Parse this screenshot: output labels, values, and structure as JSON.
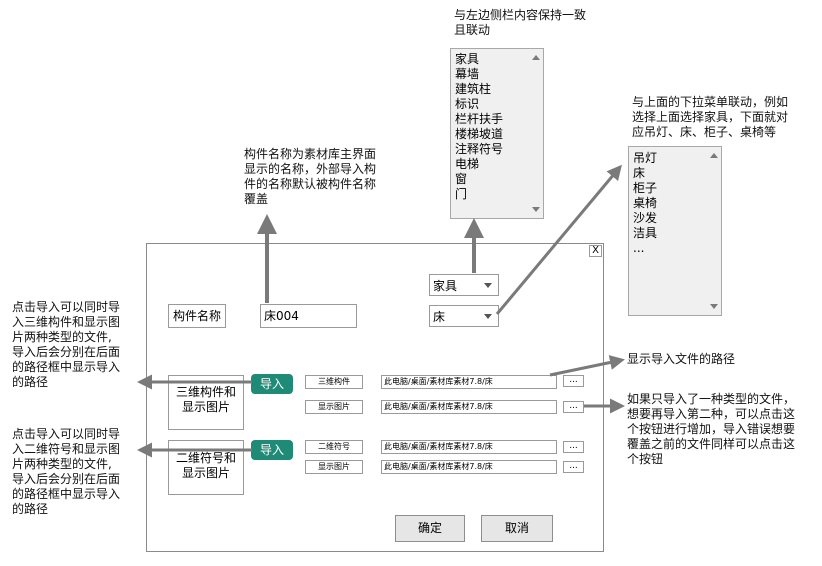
{
  "dialog": {
    "close_label": "X",
    "name_label": "构件名称",
    "name_value": "床004",
    "category_select": "家具",
    "item_select": "床",
    "group1_label": "三维构件和\n显示图片",
    "group2_label": "二维符号和\n显示图片",
    "import_label_1": "导入",
    "import_label_2": "导入",
    "rows": [
      {
        "type": "三维构件",
        "path": "此电脑/桌面/素材库素材7.8/床",
        "browse": "..."
      },
      {
        "type": "显示图片",
        "path": "此电脑/桌面/素材库素材7.8/床",
        "browse": "..."
      },
      {
        "type": "二维符号",
        "path": "此电脑/桌面/素材库素材7.8/床",
        "browse": "..."
      },
      {
        "type": "显示图片",
        "path": "此电脑/桌面/素材库素材7.8/床",
        "browse": "..."
      }
    ],
    "ok_label": "确定",
    "cancel_label": "取消"
  },
  "category_list": {
    "items": [
      "家具",
      "幕墙",
      "建筑柱",
      "标识",
      "栏杆扶手",
      "楼梯坡道",
      "注释符号",
      "电梯",
      "窗",
      "门"
    ]
  },
  "item_list": {
    "items": [
      "吊灯",
      "床",
      "柜子",
      "桌椅",
      "沙发",
      "洁具",
      "..."
    ]
  },
  "notes": {
    "top_center": "与左边侧栏内容保持一致\n且联动",
    "top_right": "与上面的下拉菜单联动，例如\n选择上面选择家具，下面就对\n应吊灯、床、柜子、桌椅等",
    "name_note": "构件名称为素材库主界面\n显示的名称，外部导入构\n件的名称默认被构件名称\n覆盖",
    "left_note_1": "点击导入可以同时导\n入三维构件和显示图\n片两种类型的文件,\n导入后会分别在后面\n的路径框中显示导入\n的路径",
    "left_note_2": "点击导入可以同时导\n入二维符号和显示图\n片两种类型的文件,\n导入后会分别在后面\n的路径框中显示导入\n的路径",
    "path_note": "显示导入文件的路径",
    "browse_note": "如果只导入了一种类型的文件，\n想要再导入第二种，可以点击这\n个按钮进行增加，导入错误想要\n覆盖之前的文件同样可以点击这\n个按钮"
  },
  "colors": {
    "accent": "#1f8a75",
    "arrow": "#7a7a7a"
  }
}
